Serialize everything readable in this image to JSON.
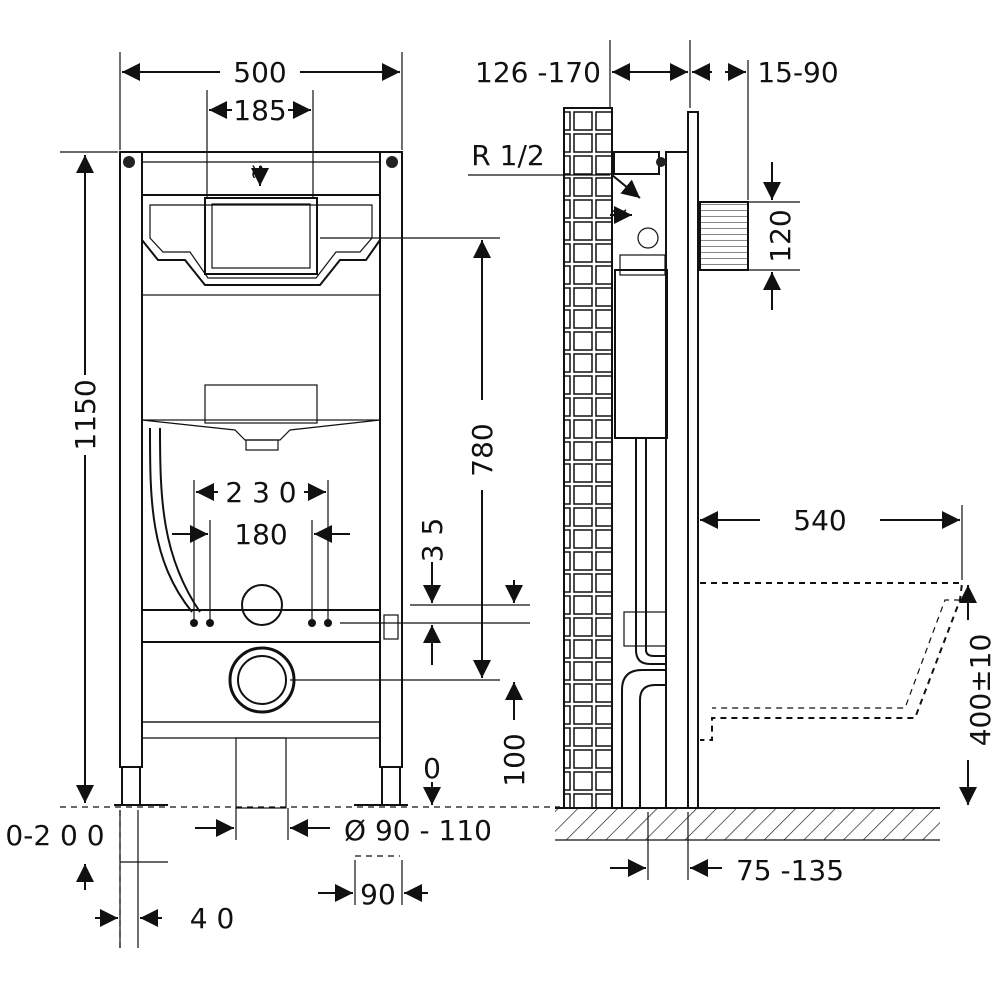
{
  "dims": {
    "width_total": "500",
    "flush_plate_width": "185",
    "height_total": "1150",
    "cistern_height": "780",
    "bolt_spacing_outer": "2 3 0",
    "bolt_spacing_inner": "180",
    "bolt_offset": "3 5",
    "floor_to_bolt": "100",
    "floor_zero": "0",
    "foot_adjust": "0-2 0 0",
    "pipe_diameter": "Ø 90 - 110",
    "pipe_offset": "90",
    "foot_width": "4 0",
    "depth_range": "126 -170",
    "front_range": "15-90",
    "inlet_label": "R 1/2",
    "connection_height": "120",
    "bowl_projection": "540",
    "bowl_height": "400±10",
    "frame_depth": "75 -135"
  }
}
